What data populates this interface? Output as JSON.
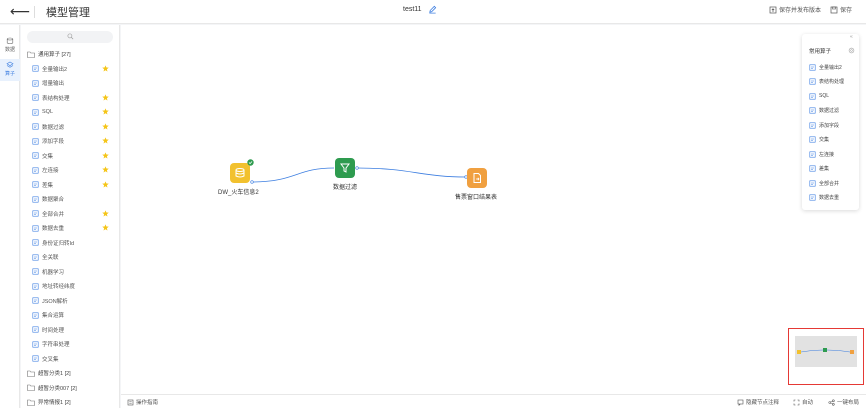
{
  "header": {
    "back_glyph": "⟵",
    "title": "模型管理",
    "doc_name": "test11",
    "save_publish_label": "保存并发布版本",
    "save_label": "保存"
  },
  "rail": {
    "items": [
      {
        "label": "数据",
        "icon": "database-icon",
        "active": false
      },
      {
        "label": "算子",
        "icon": "layers-icon",
        "active": true
      }
    ]
  },
  "sidebar": {
    "group_common": "通用算子 [27]",
    "items": [
      {
        "label": "全量输出2",
        "starred": true
      },
      {
        "label": "增量输出",
        "starred": false
      },
      {
        "label": "表结构处理",
        "starred": true
      },
      {
        "label": "SQL",
        "starred": true
      },
      {
        "label": "数据过滤",
        "starred": true
      },
      {
        "label": "添加字段",
        "starred": true
      },
      {
        "label": "交集",
        "starred": true
      },
      {
        "label": "左连接",
        "starred": true
      },
      {
        "label": "差集",
        "starred": true
      },
      {
        "label": "数据聚合",
        "starred": false
      },
      {
        "label": "全部合并",
        "starred": true
      },
      {
        "label": "数据去重",
        "starred": true
      },
      {
        "label": "身份证归转Id",
        "starred": false
      },
      {
        "label": "全关联",
        "starred": false
      },
      {
        "label": "机器学习",
        "starred": false
      },
      {
        "label": "地址转经纬度",
        "starred": false
      },
      {
        "label": "JSON解析",
        "starred": false
      },
      {
        "label": "集合运算",
        "starred": false
      },
      {
        "label": "时间处理",
        "starred": false
      },
      {
        "label": "字符串处理",
        "starred": false
      },
      {
        "label": "交叉集",
        "starred": false
      }
    ],
    "groups_more": [
      {
        "label": "超暂分类1 [2]"
      },
      {
        "label": "超暂分类007 [2]"
      },
      {
        "label": "异常情报1 [2]"
      }
    ]
  },
  "canvas": {
    "nodes": [
      {
        "label": "DW_火车信息2",
        "color": "#f2c12e"
      },
      {
        "label": "数据过滤",
        "color": "#2e9b4f"
      },
      {
        "label": "售票窗口结果表",
        "color": "#f0a040"
      }
    ],
    "edge_color": "#3b7de0"
  },
  "panel": {
    "title": "常用算子",
    "items": [
      {
        "label": "全量输出2"
      },
      {
        "label": "表结构处理"
      },
      {
        "label": "SQL"
      },
      {
        "label": "数据过滤"
      },
      {
        "label": "添加字段"
      },
      {
        "label": "交集"
      },
      {
        "label": "左连接"
      },
      {
        "label": "差集"
      },
      {
        "label": "全部合并"
      },
      {
        "label": "数据去重"
      }
    ]
  },
  "bottom": {
    "left_label": "操作指南",
    "hide_notes_label": "隐藏节点注释",
    "reset_label": "自动",
    "layout_label": "一键布局"
  },
  "colors": {
    "accent": "#3b7de0",
    "star": "#f5c518",
    "minimap_border": "#e53935"
  }
}
